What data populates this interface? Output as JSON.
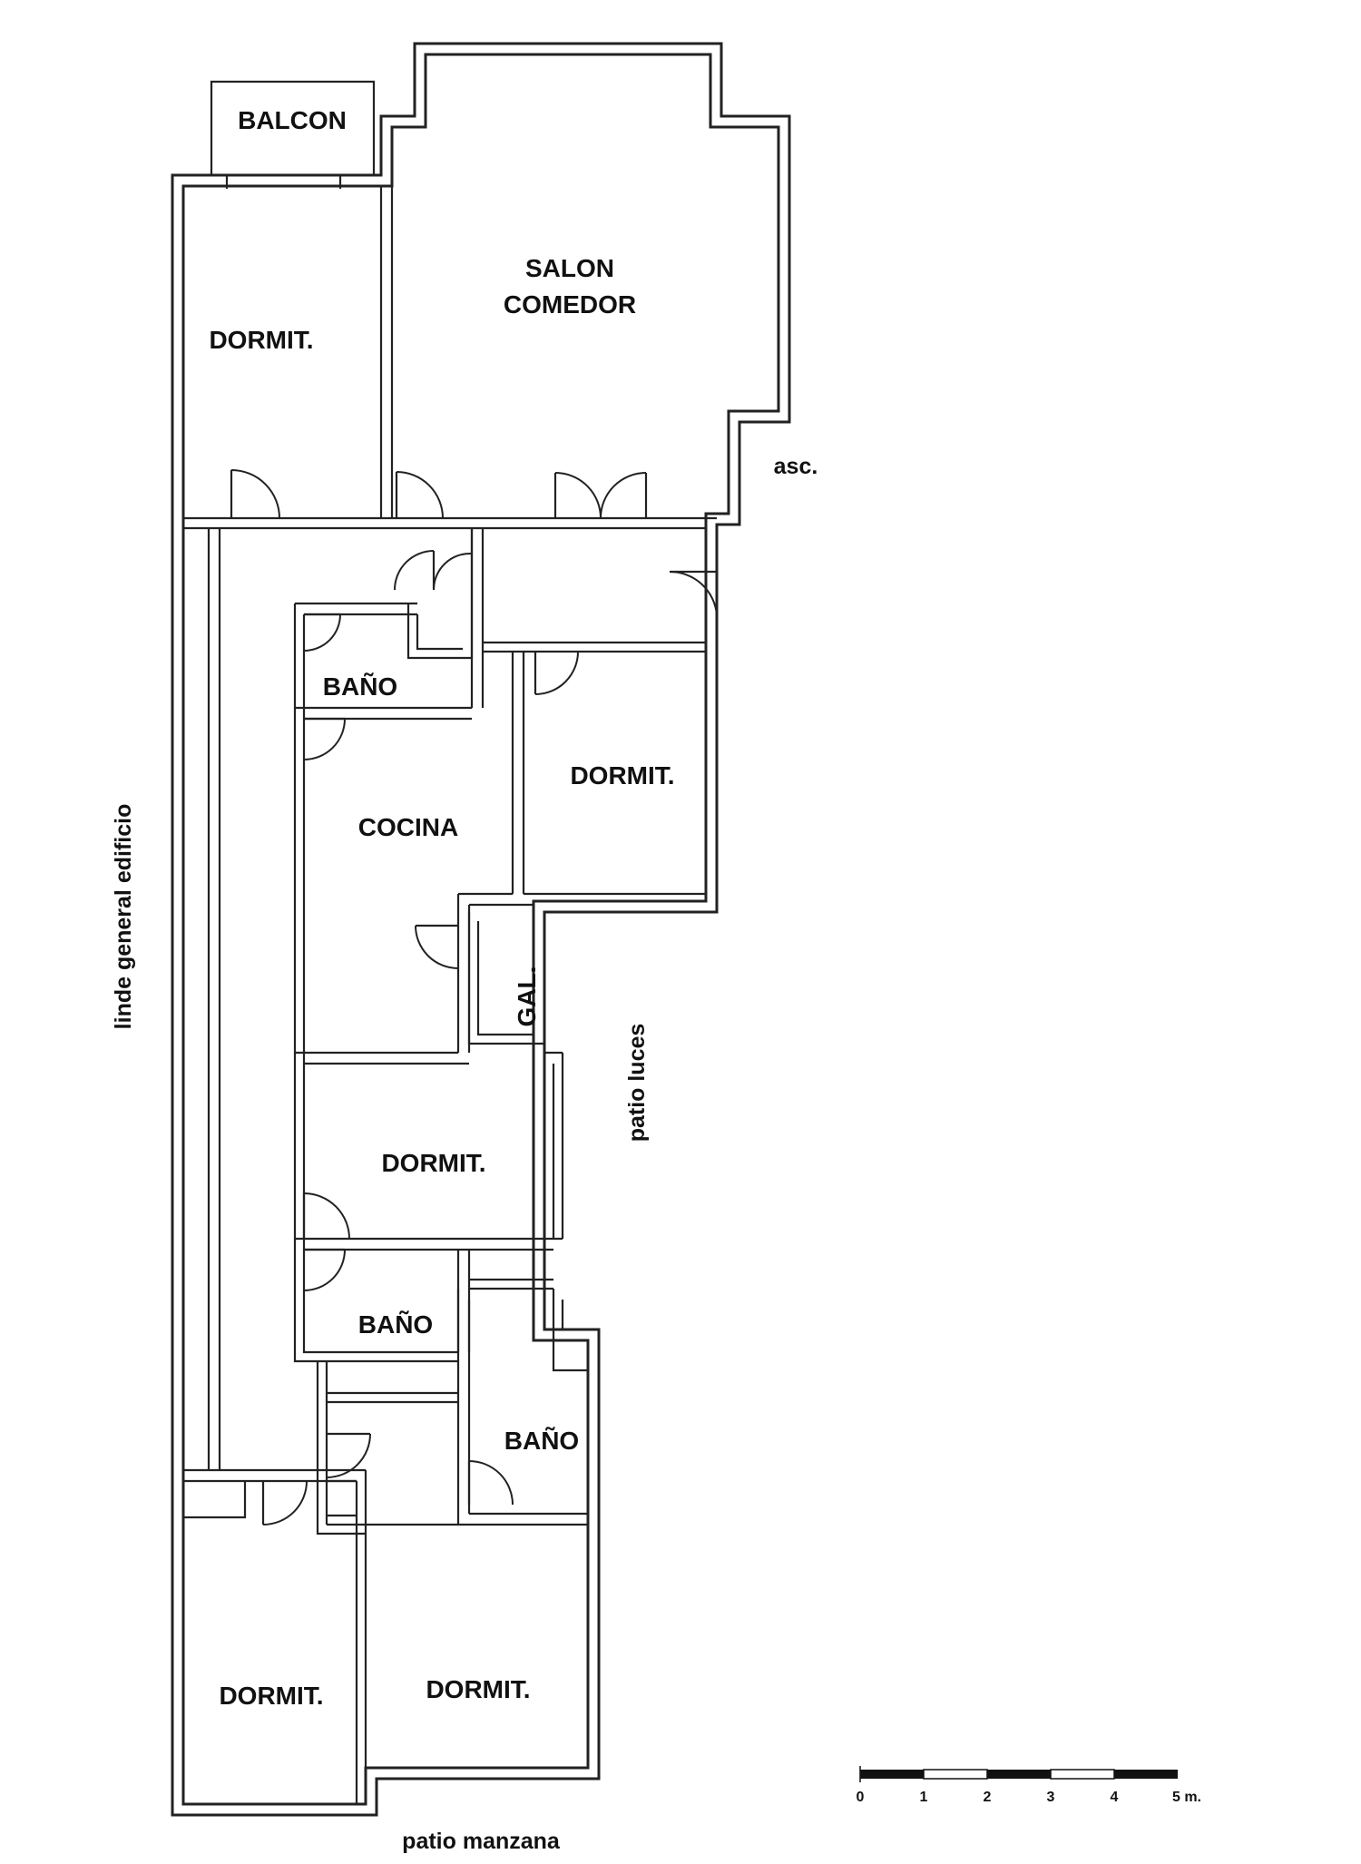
{
  "rooms": {
    "balcon": "BALCON",
    "salon_line1": "SALON",
    "salon_line2": "COMEDOR",
    "dormit_top": "DORMIT.",
    "bano_1": "BAÑO",
    "cocina": "COCINA",
    "dormit_right": "DORMIT.",
    "gal": "GAL.",
    "dormit_middle": "DORMIT.",
    "bano_2": "BAÑO",
    "bano_3": "BAÑO",
    "dormit_bottom_left": "DORMIT.",
    "dormit_bottom_right": "DORMIT."
  },
  "notes": {
    "asc": "asc.",
    "linde": "linde general edificio",
    "patio_luces": "patio luces",
    "patio_manzana": "patio manzana"
  },
  "scale_bar": {
    "ticks": [
      "0",
      "1",
      "2",
      "3",
      "4",
      "5 m."
    ]
  }
}
